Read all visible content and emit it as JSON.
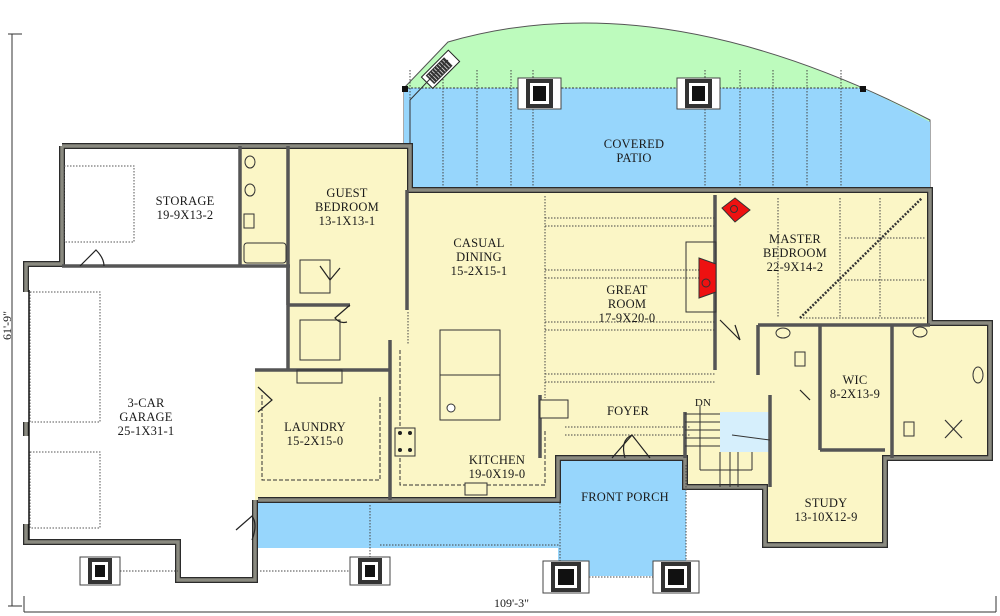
{
  "plan": {
    "colors": {
      "interior": "#fbf6c6",
      "porch": "#97d6fc",
      "lawn": "#bdfbbd",
      "garage": "#ffffff",
      "wall": "#7d7d73",
      "wall_edge": "#2b2b2b",
      "fireplace": "#ee1111",
      "stair_well": "#d6effc"
    },
    "dimensions": {
      "width": "109'-3\"",
      "depth": "61'-9\""
    },
    "rooms": [
      {
        "id": "covered-patio",
        "name_lines": [
          "COVERED",
          "PATIO"
        ],
        "size": ""
      },
      {
        "id": "storage",
        "name_lines": [
          "STORAGE"
        ],
        "size": "19-9X13-2"
      },
      {
        "id": "guest-bedroom",
        "name_lines": [
          "GUEST",
          "BEDROOM"
        ],
        "size": "13-1X13-1"
      },
      {
        "id": "casual-dining",
        "name_lines": [
          "CASUAL",
          "DINING"
        ],
        "size": "15-2X15-1"
      },
      {
        "id": "great-room",
        "name_lines": [
          "GREAT",
          "ROOM"
        ],
        "size": "17-9X20-0"
      },
      {
        "id": "master-bedroom",
        "name_lines": [
          "MASTER",
          "BEDROOM"
        ],
        "size": "22-9X14-2"
      },
      {
        "id": "garage",
        "name_lines": [
          "3-CAR",
          "GARAGE"
        ],
        "size": "25-1X31-1"
      },
      {
        "id": "laundry",
        "name_lines": [
          "LAUNDRY"
        ],
        "size": "15-2X15-0"
      },
      {
        "id": "kitchen",
        "name_lines": [
          "KITCHEN"
        ],
        "size": "19-0X19-0"
      },
      {
        "id": "foyer",
        "name_lines": [
          "FOYER"
        ],
        "size": ""
      },
      {
        "id": "wic",
        "name_lines": [
          "WIC"
        ],
        "size": "8-2X13-9"
      },
      {
        "id": "front-porch",
        "name_lines": [
          "FRONT PORCH"
        ],
        "size": ""
      },
      {
        "id": "study",
        "name_lines": [
          "STUDY"
        ],
        "size": "13-10X12-9"
      }
    ],
    "annotations": {
      "stair_label": "DN"
    }
  }
}
